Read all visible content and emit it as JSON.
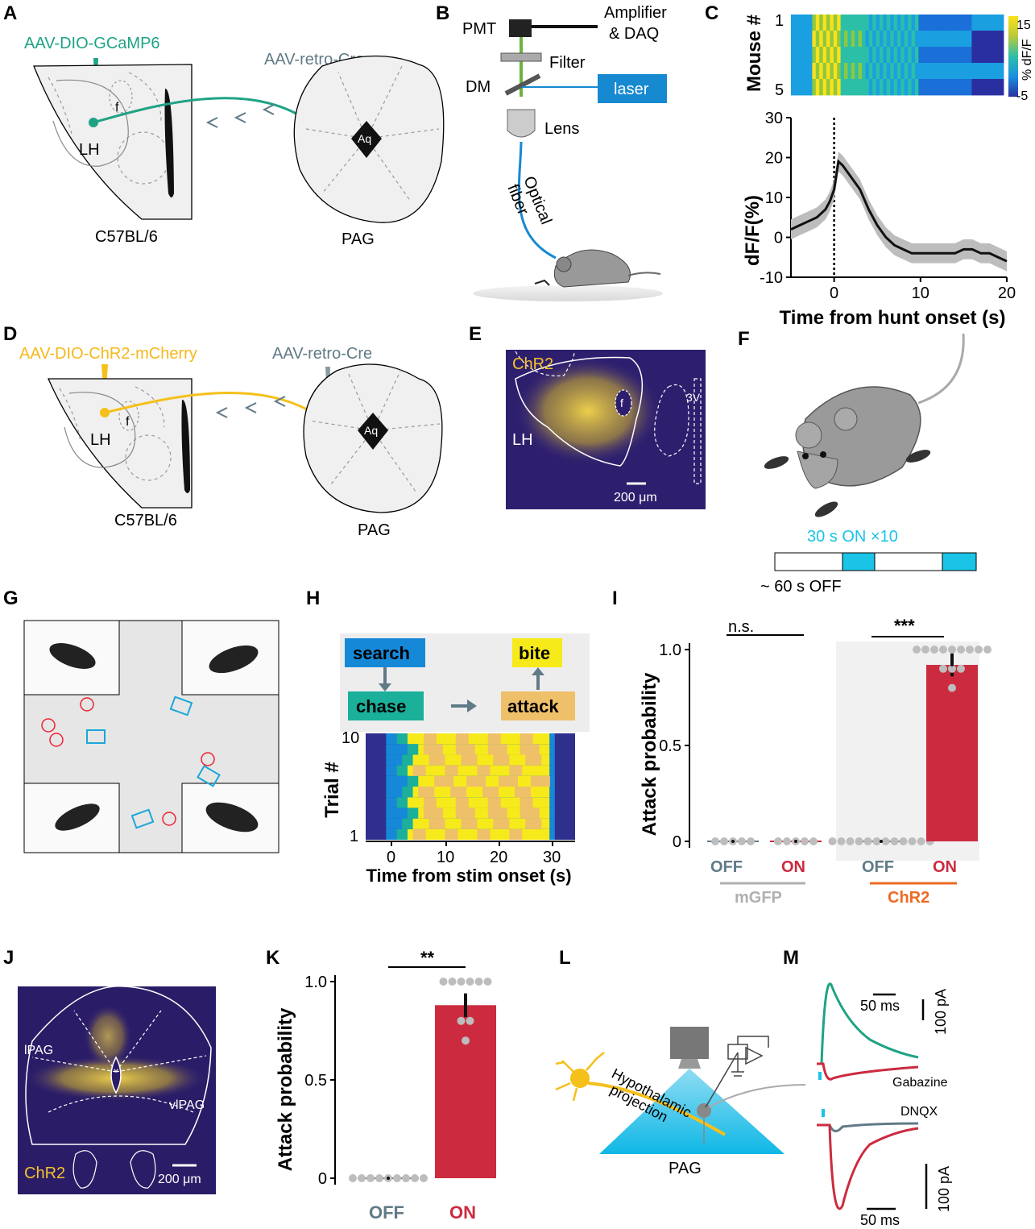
{
  "panels": {
    "A": {
      "label": "A",
      "virus": "AAV-DIO-GCaMP6",
      "retro": "AAV-retro-Cre",
      "lh": "LH",
      "f": "f",
      "strain": "C57BL/6",
      "pag": "PAG",
      "aq": "Aq"
    },
    "B": {
      "label": "B",
      "pmt": "PMT",
      "amp1": "Amplifier",
      "amp2": "& DAQ",
      "filter": "Filter",
      "dm": "DM",
      "laser": "laser",
      "lens": "Lens",
      "fiber1": "Optical",
      "fiber2": "fiber"
    },
    "C": {
      "label": "C",
      "mouse_axis": "Mouse #",
      "mouse_top": "1",
      "mouse_bottom": "5",
      "cbar_top": "15",
      "cbar_bottom": "-5",
      "cbar_label": "% dF/F"
    },
    "D": {
      "label": "D",
      "virus": "AAV-DIO-ChR2-mCherry",
      "retro": "AAV-retro-Cre",
      "lh": "LH",
      "f": "f",
      "strain": "C57BL/6",
      "pag": "PAG",
      "aq": "Aq"
    },
    "E": {
      "label": "E",
      "chr2": "ChR2",
      "lh": "LH",
      "f": "f",
      "v3": "3V",
      "scale": "200 μm"
    },
    "F": {
      "label": "F",
      "on": "30 s ON ×10",
      "off": "~ 60 s OFF"
    },
    "G": {
      "label": "G"
    },
    "H": {
      "label": "H",
      "search": "search",
      "chase": "chase",
      "bite": "bite",
      "attack": "attack",
      "ylabel": "Trial #",
      "ytop": "10",
      "ybottom": "1",
      "xlabel": "Time from stim onset (s)",
      "xticks": [
        "0",
        "10",
        "20",
        "30"
      ]
    },
    "I": {
      "label": "I",
      "ns": "n.s.",
      "sig": "***",
      "ylabel": "Attack probability",
      "yticks": [
        "0",
        "0.5",
        "1.0"
      ],
      "off": "OFF",
      "on": "ON",
      "group1": "mGFP",
      "group2": "ChR2"
    },
    "J": {
      "label": "J",
      "lpag": "lPAG",
      "vlpag": "vlPAG",
      "chr2": "ChR2",
      "scale": "200 μm"
    },
    "K": {
      "label": "K",
      "sig": "**",
      "ylabel": "Attack probability",
      "yticks": [
        "0",
        "0.5",
        "1.0"
      ],
      "off": "OFF",
      "on": "ON"
    },
    "L": {
      "label": "L",
      "proj1": "Hypothalamic",
      "proj2": "projection",
      "pag": "PAG"
    },
    "M": {
      "label": "M",
      "scale_t1": "50 ms",
      "scale_a1": "100 pA",
      "gabazine": "Gabazine",
      "dnqx": "DNQX",
      "scale_t2": "50 ms",
      "scale_a2": "100 pA"
    }
  },
  "colors": {
    "green": "#1fa384",
    "gold": "#f5c01a",
    "teal_text": "#607a86",
    "red": "#cc2b3f",
    "cyan": "#19c4e6",
    "laser": "#1689d1",
    "orange": "#ec6a25",
    "grey": "#b0b0b0",
    "dark": "#111111"
  },
  "chart_data": [
    {
      "type": "line",
      "panel": "C",
      "xlabel": "Time from hunt onset (s)",
      "ylabel": "dF/F(%)",
      "xlim": [
        -5,
        20
      ],
      "ylim": [
        -10,
        30
      ],
      "xticks": [
        0,
        10,
        20
      ],
      "yticks": [
        -10,
        0,
        10,
        20,
        30
      ],
      "series": [
        {
          "x": [
            -5,
            -4,
            -3,
            -2,
            -1,
            -0.5,
            0,
            0.5,
            1,
            2,
            3,
            4,
            5,
            6,
            7,
            8,
            9,
            10,
            11,
            12,
            13,
            14,
            15,
            16,
            17,
            18,
            19,
            20
          ],
          "values": [
            2,
            3,
            4,
            5,
            7,
            9,
            12,
            19,
            18,
            15,
            12,
            7,
            3,
            0,
            -2,
            -3,
            -4,
            -4,
            -4,
            -4,
            -4,
            -4,
            -3,
            -3,
            -4,
            -4,
            -5,
            -6
          ]
        }
      ]
    },
    {
      "type": "bar",
      "panel": "I",
      "categories": [
        "OFF",
        "ON",
        "OFF",
        "ON"
      ],
      "values": [
        0,
        0,
        0,
        0.92
      ],
      "error": [
        0,
        0,
        0,
        0.06
      ],
      "ylim": [
        0,
        1
      ],
      "points": [
        [
          0,
          0,
          0,
          0,
          0
        ],
        [
          0,
          0,
          0,
          0,
          0
        ],
        [
          0,
          0,
          0,
          0,
          0,
          0,
          0,
          0,
          0,
          0,
          0,
          0
        ],
        [
          1,
          1,
          1,
          1,
          1,
          1,
          1,
          1,
          1,
          0.9,
          0.9,
          0.9,
          0.8
        ]
      ]
    },
    {
      "type": "bar",
      "panel": "K",
      "categories": [
        "OFF",
        "ON"
      ],
      "values": [
        0,
        0.88
      ],
      "error": [
        0,
        0.06
      ],
      "ylim": [
        0,
        1
      ],
      "points": [
        [
          0,
          0,
          0,
          0,
          0,
          0,
          0,
          0,
          0
        ],
        [
          1,
          1,
          1,
          1,
          1,
          1,
          0.8,
          0.8,
          0.7
        ]
      ]
    }
  ]
}
